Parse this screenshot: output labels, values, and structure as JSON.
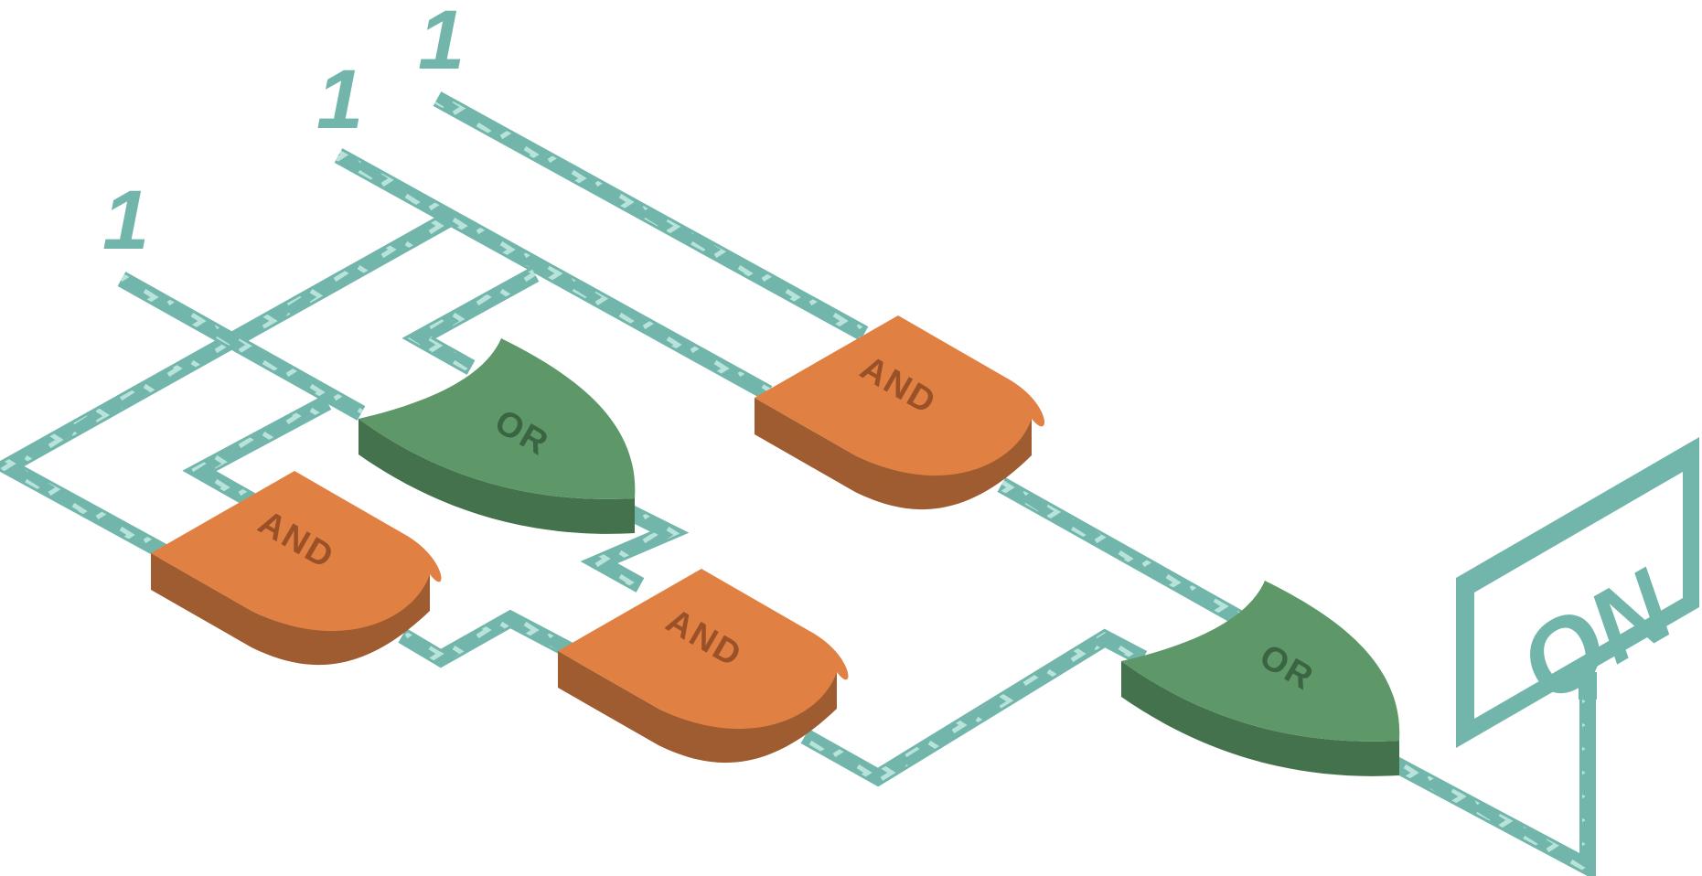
{
  "inputs": [
    {
      "label": "1"
    },
    {
      "label": "1"
    },
    {
      "label": "1"
    }
  ],
  "gates": {
    "or_top": {
      "label": "OR"
    },
    "and_top_right": {
      "label": "AND"
    },
    "and_left": {
      "label": "AND"
    },
    "and_middle": {
      "label": "AND"
    },
    "or_final": {
      "label": "OR"
    }
  },
  "output": {
    "label": "ON"
  },
  "colors": {
    "wire": "#72b6ab",
    "wire_chevron": "#b7e3db",
    "and_top": "#e08143",
    "and_side": "#a05c31",
    "and_text": "#9a5128",
    "or_top": "#5e9868",
    "or_side": "#44724c",
    "or_text": "#3b6443",
    "sign_frame": "#72b6ab"
  }
}
